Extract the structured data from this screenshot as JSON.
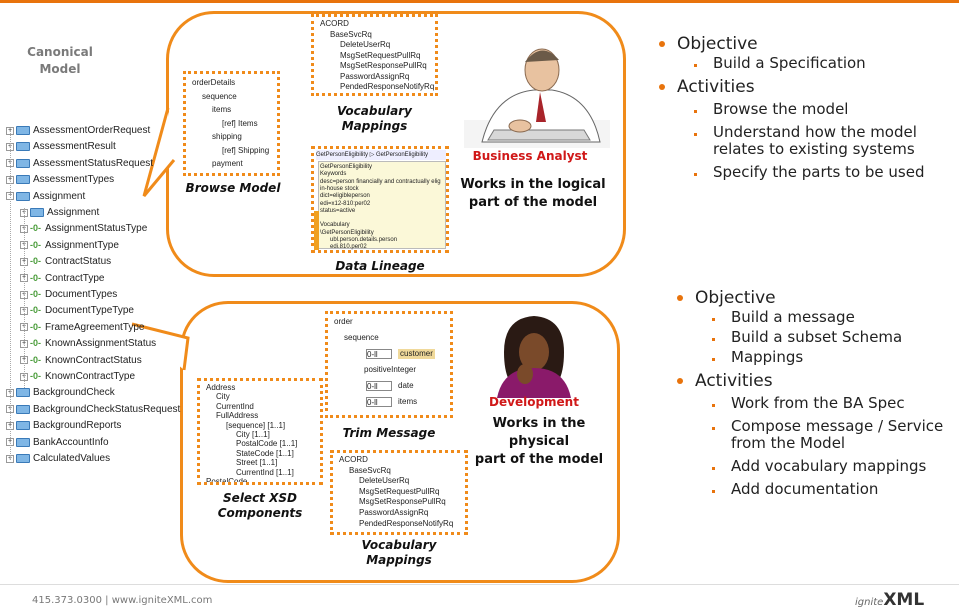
{
  "canonical_model": {
    "line1": "Canonical",
    "line2": "Model"
  },
  "tree": [
    {
      "label": "AssessmentOrderRequest",
      "level": 0,
      "kind": "folder",
      "pm": "+"
    },
    {
      "label": "AssessmentResult",
      "level": 0,
      "kind": "folder",
      "pm": "+"
    },
    {
      "label": "AssessmentStatusRequest",
      "level": 0,
      "kind": "folder",
      "pm": "+"
    },
    {
      "label": "AssessmentTypes",
      "level": 0,
      "kind": "folder",
      "pm": "+"
    },
    {
      "label": "Assignment",
      "level": 0,
      "kind": "folder",
      "pm": "−"
    },
    {
      "label": "Assignment",
      "level": 1,
      "kind": "folder",
      "pm": "+"
    },
    {
      "label": "AssignmentStatusType",
      "level": 1,
      "kind": "elem",
      "pm": "+"
    },
    {
      "label": "AssignmentType",
      "level": 1,
      "kind": "elem",
      "pm": "+"
    },
    {
      "label": "ContractStatus",
      "level": 1,
      "kind": "elem",
      "pm": "+"
    },
    {
      "label": "ContractType",
      "level": 1,
      "kind": "elem",
      "pm": "+"
    },
    {
      "label": "DocumentTypes",
      "level": 1,
      "kind": "elem",
      "pm": "+"
    },
    {
      "label": "DocumentTypeType",
      "level": 1,
      "kind": "elem",
      "pm": "+"
    },
    {
      "label": "FrameAgreementType",
      "level": 1,
      "kind": "elem",
      "pm": "+"
    },
    {
      "label": "KnownAssignmentStatus",
      "level": 1,
      "kind": "elem",
      "pm": "+"
    },
    {
      "label": "KnownContractStatus",
      "level": 1,
      "kind": "elem",
      "pm": "+"
    },
    {
      "label": "KnownContractType",
      "level": 1,
      "kind": "elem",
      "pm": "+"
    },
    {
      "label": "BackgroundCheck",
      "level": 0,
      "kind": "folder",
      "pm": "+"
    },
    {
      "label": "BackgroundCheckStatusRequest",
      "level": 0,
      "kind": "folder",
      "pm": "+"
    },
    {
      "label": "BackgroundReports",
      "level": 0,
      "kind": "folder",
      "pm": "+"
    },
    {
      "label": "BankAccountInfo",
      "level": 0,
      "kind": "folder",
      "pm": "+"
    },
    {
      "label": "CalculatedValues",
      "level": 0,
      "kind": "folder",
      "pm": "+"
    }
  ],
  "top": {
    "browse": {
      "lines": [
        "orderDetails",
        "sequence",
        "items",
        "[ref] Items",
        "shipping",
        "[ref] Shipping",
        "payment"
      ],
      "caption": "Browse Model"
    },
    "vocab": {
      "lines": [
        "ACORD",
        "BaseSvcRq",
        "DeleteUserRq",
        "MsgSetRequestPullRq",
        "MsgSetResponsePullRq",
        "PasswordAssignRq",
        "PendedResponseNotifyRq"
      ],
      "caption": "Vocabulary\nMappings"
    },
    "lineage": {
      "header": "GetPersonEligibility ▷ GetPersonEligibility",
      "lines": [
        "GetPersonEligibility",
        "Keywords",
        "desc=person financially and contractually elig",
        "in-house stock",
        "dict=eligibleperson",
        "edi=x12-810:per02",
        "status=active",
        "",
        "Vocabulary",
        "\\GetPersonEligibility",
        "ubl.person.details.person",
        "edi.810.per02"
      ],
      "caption": "Data Lineage"
    },
    "role": "Business Analyst",
    "works": "Works in the logical\npart of the model"
  },
  "bottom": {
    "trim": {
      "lines": [
        "order",
        "sequence",
        "customer",
        "positiveInteger",
        "date",
        "items"
      ],
      "sel": "0-ll",
      "caption": "Trim Message"
    },
    "xsd": {
      "lines": [
        "Address",
        "City",
        "CurrentInd",
        "FullAddress",
        "[sequence] [1..1]",
        "City [1..1]",
        "PostalCode [1..1]",
        "StateCode [1..1]",
        "Street [1..1]",
        "CurrentInd [1..1]",
        "PostalCode"
      ],
      "caption": "Select XSD\nComponents"
    },
    "vocab": {
      "lines": [
        "ACORD",
        "BaseSvcRq",
        "DeleteUserRq",
        "MsgSetRequestPullRq",
        "MsgSetResponsePullRq",
        "PasswordAssignRq",
        "PendedResponseNotifyRq"
      ],
      "caption": "Vocabulary\nMappings"
    },
    "role": "Development",
    "works": "Works in the physical\npart of the model"
  },
  "right_top": {
    "objective": "Objective",
    "objective_items": [
      "Build a Specification"
    ],
    "activities": "Activities",
    "activity_items": [
      "Browse the model",
      "Understand how the model relates to existing systems",
      "Specify the parts to be used"
    ]
  },
  "right_bottom": {
    "objective": "Objective",
    "objective_items": [
      "Build a message",
      "Build a subset Schema",
      "Mappings"
    ],
    "activities": "Activities",
    "activity_items": [
      "Work from the BA Spec",
      "Compose message / Service from the Model",
      "Add vocabulary mappings",
      "Add documentation"
    ]
  },
  "footer": "415.373.0300   |   www.igniteXML.com",
  "logo": {
    "prefix": "ignite",
    "main": "XML"
  },
  "colors": {
    "accent": "#f08b1a",
    "role": "#d01818",
    "folder": "#7fb6e5"
  }
}
